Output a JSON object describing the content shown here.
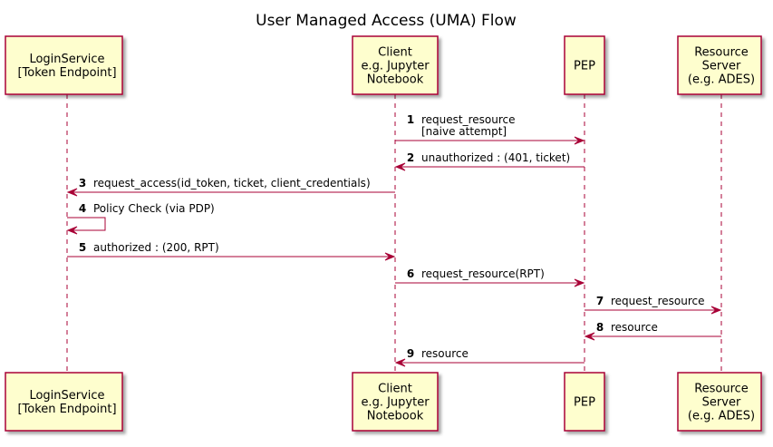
{
  "title": "User Managed Access (UMA) Flow",
  "colors": {
    "box_fill": "#FEFECE",
    "box_border": "#A80036",
    "arrow": "#A80036",
    "lifeline": "#A80036"
  },
  "participants": [
    {
      "id": "login",
      "lines": [
        "LoginService",
        "[Token Endpoint]"
      ]
    },
    {
      "id": "client",
      "lines": [
        "Client",
        "e.g. Jupyter",
        "Notebook"
      ]
    },
    {
      "id": "pep",
      "lines": [
        "PEP"
      ]
    },
    {
      "id": "rs",
      "lines": [
        "Resource",
        "Server",
        "(e.g. ADES)"
      ]
    }
  ],
  "messages": [
    {
      "num": "1",
      "from": "client",
      "to": "pep",
      "lines": [
        "request_resource",
        "[naive attempt]"
      ]
    },
    {
      "num": "2",
      "from": "pep",
      "to": "client",
      "lines": [
        "unauthorized : (401, ticket)"
      ]
    },
    {
      "num": "3",
      "from": "client",
      "to": "login",
      "lines": [
        "request_access(id_token, ticket, client_credentials)"
      ]
    },
    {
      "num": "4",
      "from": "login",
      "to": "login",
      "lines": [
        "Policy Check (via PDP)"
      ]
    },
    {
      "num": "5",
      "from": "login",
      "to": "client",
      "lines": [
        "authorized : (200, RPT)"
      ]
    },
    {
      "num": "6",
      "from": "client",
      "to": "pep",
      "lines": [
        "request_resource(RPT)"
      ]
    },
    {
      "num": "7",
      "from": "pep",
      "to": "rs",
      "lines": [
        "request_resource"
      ]
    },
    {
      "num": "8",
      "from": "rs",
      "to": "pep",
      "lines": [
        "resource"
      ]
    },
    {
      "num": "9",
      "from": "pep",
      "to": "client",
      "lines": [
        "resource"
      ]
    }
  ]
}
